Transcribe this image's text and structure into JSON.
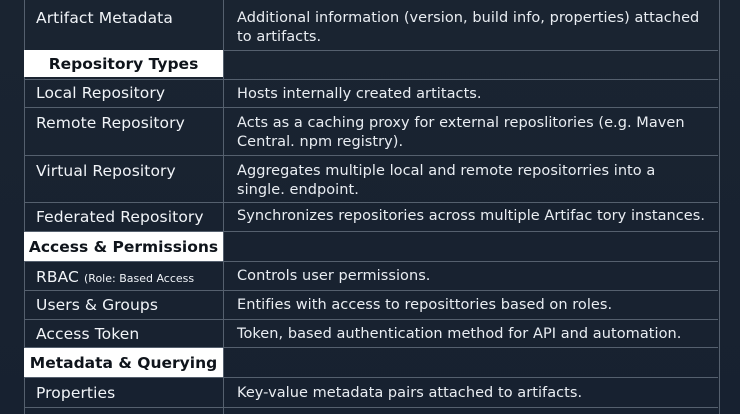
{
  "rows": [
    {
      "kind": "entry",
      "term": "Artifact Metadata",
      "desc": "Additional information (version, build info, properties) attached to artifacts."
    },
    {
      "kind": "section",
      "label": "Repository Types"
    },
    {
      "kind": "entry",
      "term": "Local Repository",
      "desc": "Hosts internally created artitacts."
    },
    {
      "kind": "entry",
      "term": "Remote Repository",
      "desc": "Acts as a caching proxy for external reposlitories (e.g. Maven Central. npm registry)."
    },
    {
      "kind": "entry",
      "term": "Virtual Repository",
      "desc": "Aggregates multiple local and remote repositorries into a single. endpoint."
    },
    {
      "kind": "entry",
      "term": "Federated Repository",
      "desc": "Synchronizes repositories across multiple Artifac tory instances."
    },
    {
      "kind": "section",
      "label": "Access & Permissions"
    },
    {
      "kind": "entry",
      "term": "RBAC",
      "term_note": "(Role: Based Access",
      "desc": "Controls user permissions."
    },
    {
      "kind": "entry",
      "term": "Users & Groups",
      "desc": "Entifies with access to reposittories based on roles."
    },
    {
      "kind": "entry",
      "term": "Access Token",
      "desc": "Token, based authentication method for API and automation."
    },
    {
      "kind": "section",
      "label": "Metadata & Querying"
    },
    {
      "kind": "entry",
      "term": "Properties",
      "desc": "Key-value metadata pairs attached to artifacts."
    }
  ]
}
